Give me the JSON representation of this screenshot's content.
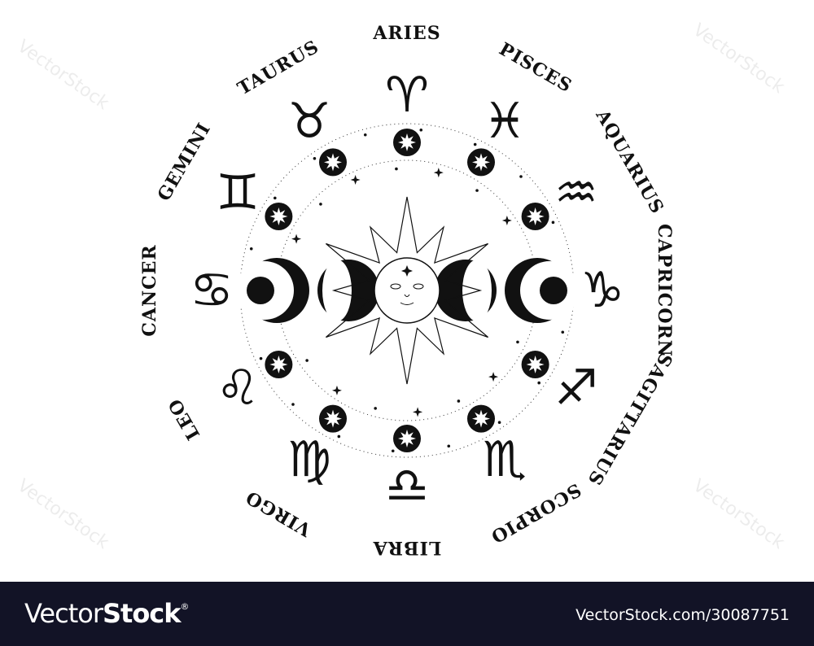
{
  "signs": [
    {
      "name": "ARIES",
      "glyph": "♈︎"
    },
    {
      "name": "PISCES",
      "glyph": "♓︎"
    },
    {
      "name": "AQUARIUS",
      "glyph": "♒︎"
    },
    {
      "name": "CAPRICORN",
      "glyph": "♑︎"
    },
    {
      "name": "SAGITTARIUS",
      "glyph": "♐︎"
    },
    {
      "name": "SCORPIO",
      "glyph": "♏︎"
    },
    {
      "name": "LIBRA",
      "glyph": "♎︎"
    },
    {
      "name": "VIRGO",
      "glyph": "♍︎"
    },
    {
      "name": "LEO",
      "glyph": "♌︎"
    },
    {
      "name": "CANCER",
      "glyph": "♋︎"
    },
    {
      "name": "GEMINI",
      "glyph": "♊︎"
    },
    {
      "name": "TAURUS",
      "glyph": "♉︎"
    }
  ],
  "watermark": "VectorStock",
  "footer": {
    "logo_light": "Vector",
    "logo_bold": "Stock",
    "logo_mark": "®",
    "reference": "VectorStock.com/30087751"
  },
  "colors": {
    "ink": "#111111",
    "footer_bg": "#121326"
  }
}
